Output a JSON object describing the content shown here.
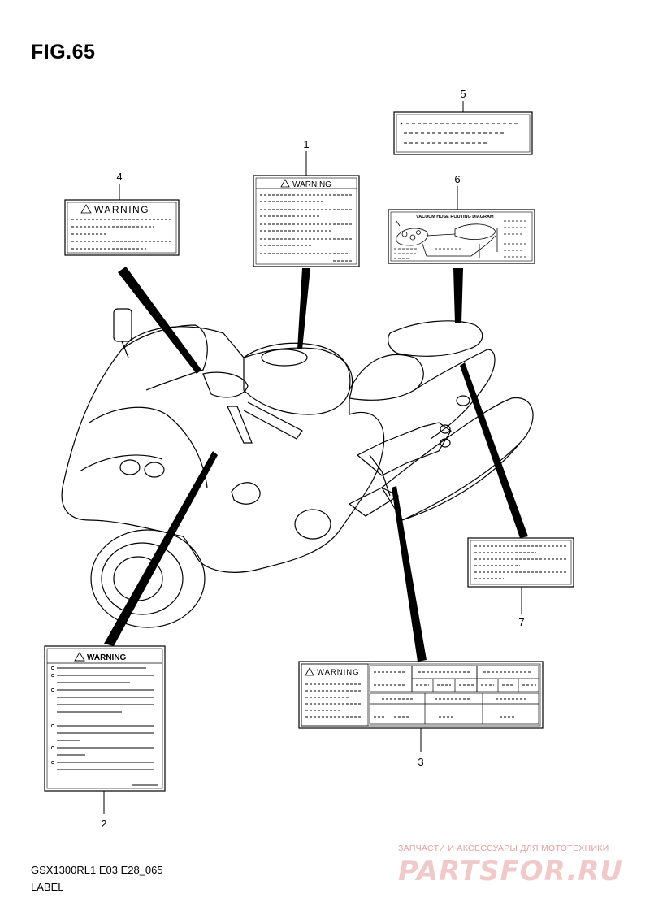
{
  "figure": {
    "title": "FIG.65",
    "model_code": "GSX1300RL1 E03 E28_065",
    "section_name": "LABEL"
  },
  "callouts": [
    {
      "number": "1",
      "label_text": "WARNING"
    },
    {
      "number": "2",
      "label_text": "WARNING"
    },
    {
      "number": "3",
      "label_text": "WARNING"
    },
    {
      "number": "4",
      "label_text": "WARNING"
    },
    {
      "number": "5",
      "label_text": ""
    },
    {
      "number": "6",
      "label_text": "VACUUM HOSE ROUTING DIAGRAM"
    },
    {
      "number": "7",
      "label_text": ""
    }
  ],
  "watermark": {
    "tagline": "ЗАПЧАСТИ И АКСЕССУАРЫ ДЛЯ МОТОТЕХНИКИ",
    "brand": "PARTSFOR.RU"
  }
}
